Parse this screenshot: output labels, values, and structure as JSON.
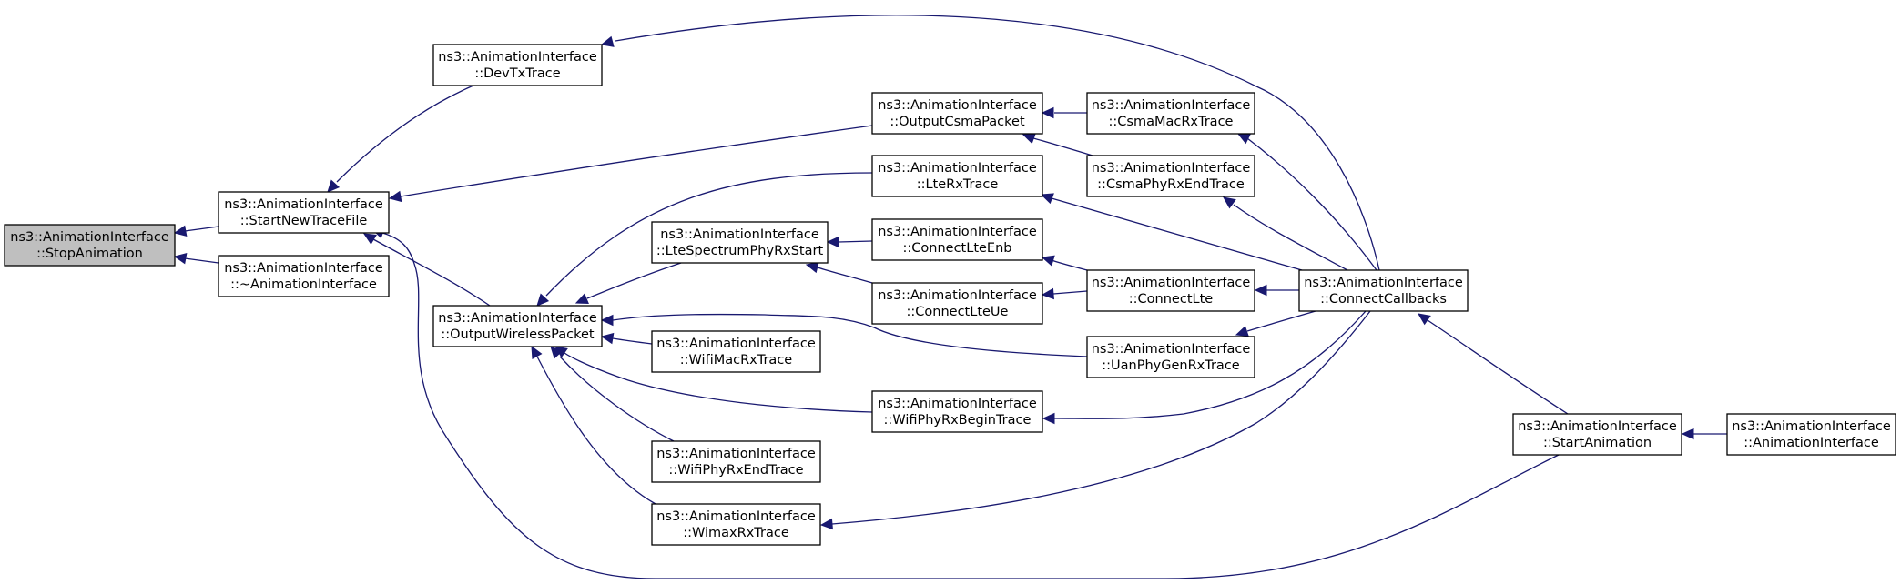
{
  "nodes": [
    {
      "id": "stop_animation",
      "line1": "ns3::AnimationInterface",
      "line2": "::StopAnimation",
      "current": true
    },
    {
      "id": "start_new_trace_file",
      "line1": "ns3::AnimationInterface",
      "line2": "::StartNewTraceFile"
    },
    {
      "id": "destructor",
      "line1": "ns3::AnimationInterface",
      "line2": "::~AnimationInterface"
    },
    {
      "id": "dev_tx_trace",
      "line1": "ns3::AnimationInterface",
      "line2": "::DevTxTrace"
    },
    {
      "id": "output_wireless_packet",
      "line1": "ns3::AnimationInterface",
      "line2": "::OutputWirelessPacket"
    },
    {
      "id": "output_csma_packet",
      "line1": "ns3::AnimationInterface",
      "line2": "::OutputCsmaPacket"
    },
    {
      "id": "lte_rx_trace",
      "line1": "ns3::AnimationInterface",
      "line2": "::LteRxTrace"
    },
    {
      "id": "lte_spectrum_phy_rx_start",
      "line1": "ns3::AnimationInterface",
      "line2": "::LteSpectrumPhyRxStart"
    },
    {
      "id": "wifi_mac_rx_trace",
      "line1": "ns3::AnimationInterface",
      "line2": "::WifiMacRxTrace"
    },
    {
      "id": "wifi_phy_rx_begin_trace",
      "line1": "ns3::AnimationInterface",
      "line2": "::WifiPhyRxBeginTrace"
    },
    {
      "id": "wifi_phy_rx_end_trace",
      "line1": "ns3::AnimationInterface",
      "line2": "::WifiPhyRxEndTrace"
    },
    {
      "id": "wimax_rx_trace",
      "line1": "ns3::AnimationInterface",
      "line2": "::WimaxRxTrace"
    },
    {
      "id": "connect_lte_enb",
      "line1": "ns3::AnimationInterface",
      "line2": "::ConnectLteEnb"
    },
    {
      "id": "connect_lte_ue",
      "line1": "ns3::AnimationInterface",
      "line2": "::ConnectLteUe"
    },
    {
      "id": "csma_mac_rx_trace",
      "line1": "ns3::AnimationInterface",
      "line2": "::CsmaMacRxTrace"
    },
    {
      "id": "csma_phy_rx_end_trace",
      "line1": "ns3::AnimationInterface",
      "line2": "::CsmaPhyRxEndTrace"
    },
    {
      "id": "connect_lte",
      "line1": "ns3::AnimationInterface",
      "line2": "::ConnectLte"
    },
    {
      "id": "uan_phy_gen_rx_trace",
      "line1": "ns3::AnimationInterface",
      "line2": "::UanPhyGenRxTrace"
    },
    {
      "id": "connect_callbacks",
      "line1": "ns3::AnimationInterface",
      "line2": "::ConnectCallbacks"
    },
    {
      "id": "start_animation",
      "line1": "ns3::AnimationInterface",
      "line2": "::StartAnimation"
    },
    {
      "id": "animation_interface",
      "line1": "ns3::AnimationInterface",
      "line2": "::AnimationInterface"
    }
  ],
  "edges": [
    {
      "from": "start_new_trace_file",
      "to": "stop_animation"
    },
    {
      "from": "destructor",
      "to": "stop_animation"
    },
    {
      "from": "dev_tx_trace",
      "to": "start_new_trace_file"
    },
    {
      "from": "output_csma_packet",
      "to": "start_new_trace_file"
    },
    {
      "from": "output_wireless_packet",
      "to": "start_new_trace_file"
    },
    {
      "from": "start_animation",
      "to": "start_new_trace_file"
    },
    {
      "from": "connect_callbacks",
      "to": "dev_tx_trace"
    },
    {
      "from": "csma_mac_rx_trace",
      "to": "output_csma_packet"
    },
    {
      "from": "csma_phy_rx_end_trace",
      "to": "output_csma_packet"
    },
    {
      "from": "lte_rx_trace",
      "to": "output_wireless_packet"
    },
    {
      "from": "lte_spectrum_phy_rx_start",
      "to": "output_wireless_packet"
    },
    {
      "from": "wifi_mac_rx_trace",
      "to": "output_wireless_packet"
    },
    {
      "from": "uan_phy_gen_rx_trace",
      "to": "output_wireless_packet"
    },
    {
      "from": "wifi_phy_rx_begin_trace",
      "to": "output_wireless_packet"
    },
    {
      "from": "wifi_phy_rx_end_trace",
      "to": "output_wireless_packet"
    },
    {
      "from": "wimax_rx_trace",
      "to": "output_wireless_packet"
    },
    {
      "from": "connect_lte_enb",
      "to": "lte_spectrum_phy_rx_start"
    },
    {
      "from": "connect_lte_ue",
      "to": "lte_spectrum_phy_rx_start"
    },
    {
      "from": "connect_callbacks",
      "to": "csma_mac_rx_trace"
    },
    {
      "from": "connect_callbacks",
      "to": "csma_phy_rx_end_trace"
    },
    {
      "from": "connect_callbacks",
      "to": "lte_rx_trace"
    },
    {
      "from": "connect_lte",
      "to": "connect_lte_enb"
    },
    {
      "from": "connect_lte",
      "to": "connect_lte_ue"
    },
    {
      "from": "connect_callbacks",
      "to": "connect_lte"
    },
    {
      "from": "connect_callbacks",
      "to": "uan_phy_gen_rx_trace"
    },
    {
      "from": "connect_callbacks",
      "to": "wifi_phy_rx_begin_trace"
    },
    {
      "from": "connect_callbacks",
      "to": "wimax_rx_trace"
    },
    {
      "from": "start_animation",
      "to": "connect_callbacks"
    },
    {
      "from": "animation_interface",
      "to": "start_animation"
    }
  ],
  "colors": {
    "edge": "#191970",
    "current_fill": "#bfbfbf",
    "box_fill": "#ffffff",
    "border": "#000000"
  }
}
